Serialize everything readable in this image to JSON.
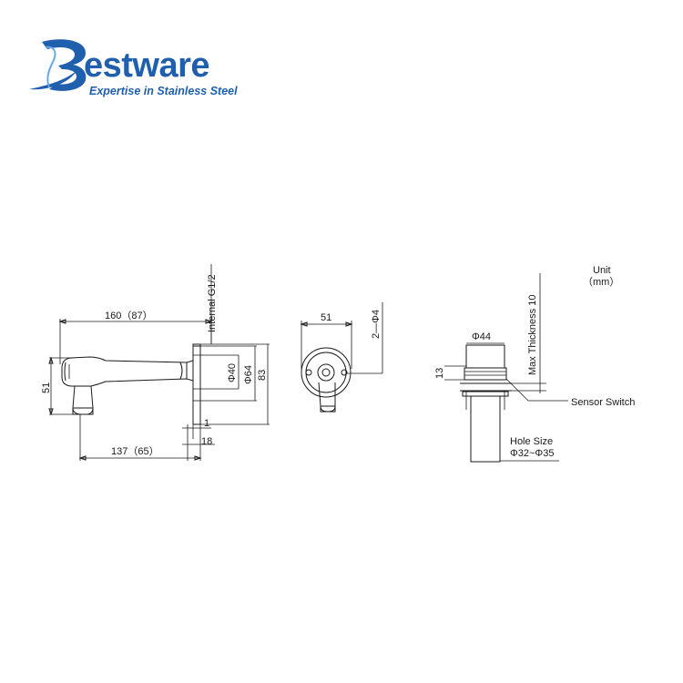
{
  "brand": {
    "name": "BESTWARE",
    "name_display": "estware",
    "tagline": "Expertise in Stainless Steel",
    "color_primary": "#1f5fae",
    "color_tagline": "#1f5fae"
  },
  "unit": {
    "label": "Unit",
    "value": "（mm）"
  },
  "side_view": {
    "length_top": "160（87）",
    "length_bottom": "137（65）",
    "height": "51",
    "internal_thread": "Internal G1/2",
    "dia_inner": "Φ40",
    "dia_outer": "Φ64",
    "flange_height": "83",
    "gap": "1",
    "flange_depth": "18"
  },
  "front_view": {
    "width": "51",
    "holes": "2—Φ4"
  },
  "sensor_view": {
    "diameter": "Φ44",
    "height": "13",
    "max_thickness": "Max Thickness 10",
    "sensor_label": "Sensor Switch",
    "hole_size_label": "Hole Size",
    "hole_size_value": "Φ32~Φ35"
  }
}
